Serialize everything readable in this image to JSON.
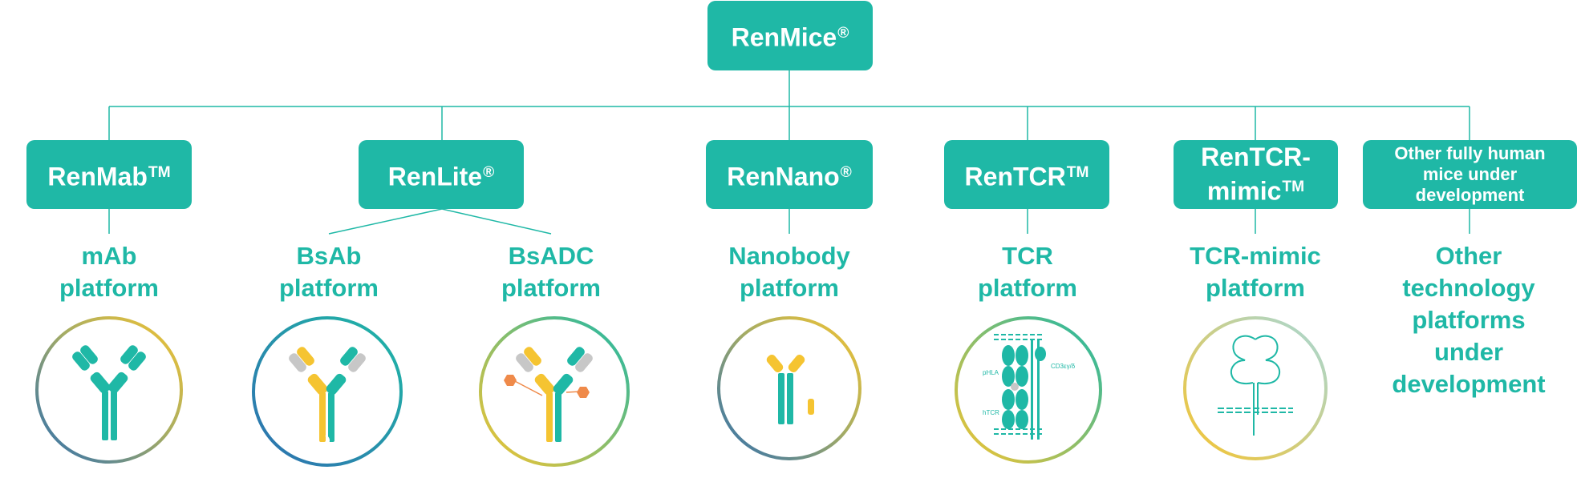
{
  "colors": {
    "teal": "#1fb8a6",
    "yellow": "#f5c431",
    "blue": "#2e6fb0",
    "gray": "#c7c7c7",
    "orange": "#ef8a4a",
    "olive": "#a7ad63",
    "light_teal": "#a6d8d8",
    "white": "#ffffff"
  },
  "root": {
    "name": "RenMice",
    "mark": "®"
  },
  "products": [
    {
      "name": "RenMab",
      "mark": "TM"
    },
    {
      "name": "RenLite",
      "mark": "®"
    },
    {
      "name": "RenNano",
      "mark": "®"
    },
    {
      "name": "RenTCR",
      "mark": "TM"
    },
    {
      "name": "RenTCR-\nmimic",
      "mark": "TM"
    },
    {
      "name": "Other fully human\nmice under\ndevelopment",
      "mark": ""
    }
  ],
  "platforms": [
    "mAb\nplatform",
    "BsAb\nplatform",
    "BsADC\nplatform",
    "Nanobody\nplatform",
    "TCR\nplatform",
    "TCR-mimic\nplatform",
    "Other\ntechnology\nplatforms\nunder\ndevelopment"
  ],
  "icons": [
    {
      "name": "monoclonal-antibody-icon",
      "ring": [
        "#2e6fb0",
        "#f5c431"
      ]
    },
    {
      "name": "bispecific-antibody-icon",
      "ring": [
        "#2e6fb0",
        "#1fb8a6"
      ]
    },
    {
      "name": "antibody-drug-conjugate-icon",
      "ring": [
        "#f5c431",
        "#1fb8a6"
      ]
    },
    {
      "name": "nanobody-icon",
      "ring": [
        "#2e6fb0",
        "#f5c431"
      ]
    },
    {
      "name": "tcr-complex-icon",
      "ring": [
        "#f5c431",
        "#1fb8a6"
      ],
      "small_labels": [
        "pHLA",
        "hTCR",
        "CD3εγ/δ"
      ]
    },
    {
      "name": "tcr-mimic-icon",
      "ring": [
        "#f5c431",
        "#a6d8d8"
      ]
    }
  ]
}
